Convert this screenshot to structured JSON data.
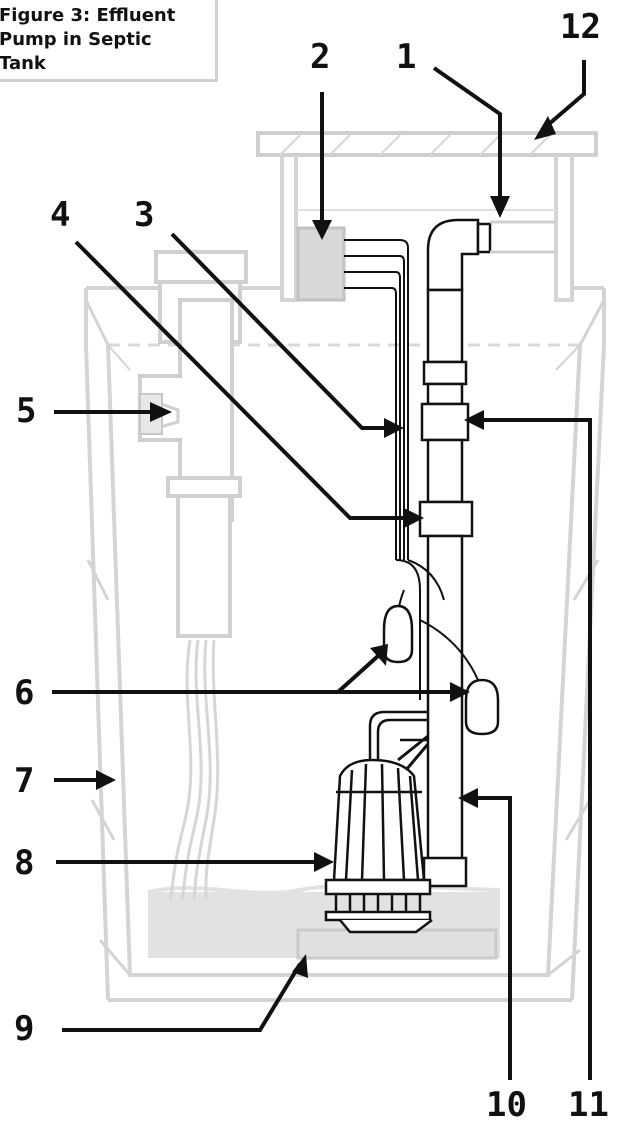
{
  "figure": {
    "title_lines": [
      "Figure 3: Effluent",
      "Pump in Septic",
      "Tank"
    ]
  },
  "callouts": [
    "1",
    "2",
    "3",
    "4",
    "5",
    "6",
    "7",
    "8",
    "9",
    "10",
    "11",
    "12"
  ],
  "colors": {
    "outline": "#d4d4d4",
    "outline_dark": "#bdbdbd",
    "water": "#e2e2e2",
    "pipe": "#ffffff",
    "ink": "#111111",
    "pump_body": "#ffffff",
    "control_box": "#dadada"
  }
}
